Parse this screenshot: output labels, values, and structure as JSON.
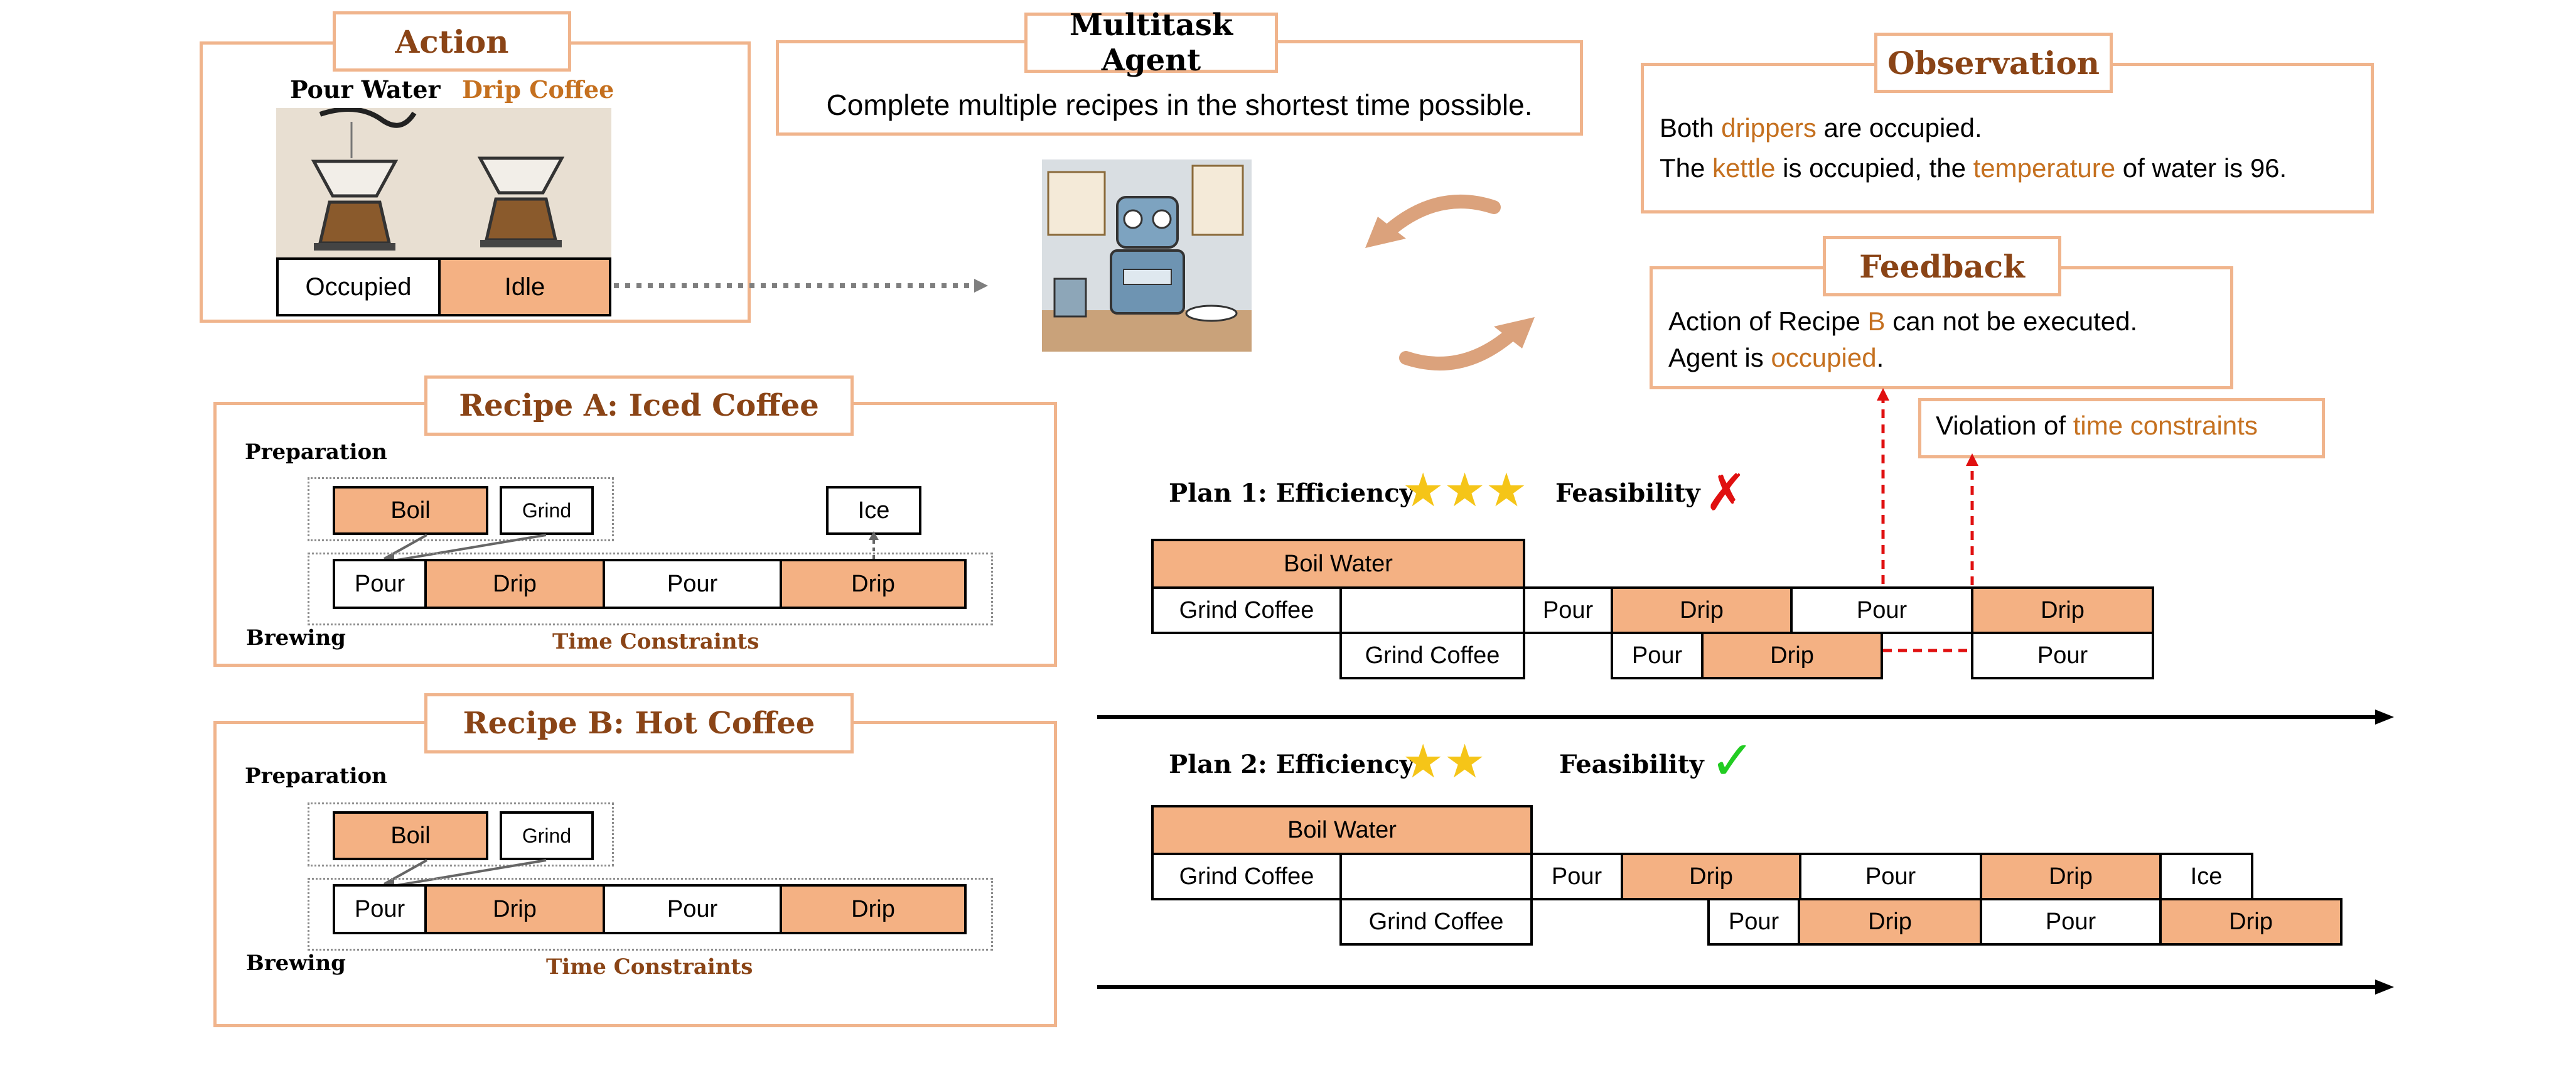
{
  "action": {
    "title": "Action",
    "pour_label": "Pour Water",
    "drip_label": "Drip Coffee",
    "occupied": "Occupied",
    "idle": "Idle"
  },
  "agent": {
    "title": "Multitask Agent",
    "goal": "Complete multiple recipes in the shortest time possible."
  },
  "observation": {
    "title": "Observation",
    "line1_a": "Both ",
    "line1_hl": "drippers",
    "line1_b": " are occupied.",
    "line2_a": "The ",
    "line2_hl1": "kettle",
    "line2_b": " is occupied, the ",
    "line2_hl2": "temperature",
    "line2_c": " of water is 96."
  },
  "feedback": {
    "title": "Feedback",
    "line1_a": "Action of Recipe ",
    "line1_hl": "B",
    "line1_b": " can not be executed.",
    "line2_a": "Agent is ",
    "line2_hl": "occupied",
    "line2_b": "."
  },
  "violation": {
    "text": "Violation of ",
    "hl": "time constraints"
  },
  "recipe_a": {
    "title": "Recipe A: Iced Coffee",
    "preparation": "Preparation",
    "brewing": "Brewing",
    "time_constraints": "Time Constraints",
    "boil": "Boil",
    "grind": "Grind",
    "ice": "Ice",
    "brew_steps": [
      "Pour",
      "Drip",
      "Pour",
      "Drip"
    ]
  },
  "recipe_b": {
    "title": "Recipe B: Hot Coffee",
    "preparation": "Preparation",
    "brewing": "Brewing",
    "time_constraints": "Time Constraints",
    "boil": "Boil",
    "grind": "Grind",
    "brew_steps": [
      "Pour",
      "Drip",
      "Pour",
      "Drip"
    ]
  },
  "plan1": {
    "efficiency_label": "Plan 1: Efficiency",
    "stars": 3,
    "feasibility_label": "Feasibility",
    "feasibility_mark": "✗",
    "boil_water": "Boil Water",
    "grind_coffee": "Grind Coffee",
    "pour": "Pour",
    "drip": "Drip"
  },
  "plan2": {
    "efficiency_label": "Plan 2: Efficiency",
    "stars": 2,
    "feasibility_label": "Feasibility",
    "feasibility_mark": "✓",
    "boil_water": "Boil Water",
    "grind_coffee": "Grind Coffee",
    "pour": "Pour",
    "drip": "Drip",
    "ice": "Ice"
  },
  "colors": {
    "accent_fill": "#f4b183",
    "panel_border": "#f0b48c",
    "title_text": "#8a4416",
    "highlight": "#c5701f",
    "violation_arrow": "#e01010",
    "fail": "#e01010",
    "pass": "#22cc22"
  }
}
